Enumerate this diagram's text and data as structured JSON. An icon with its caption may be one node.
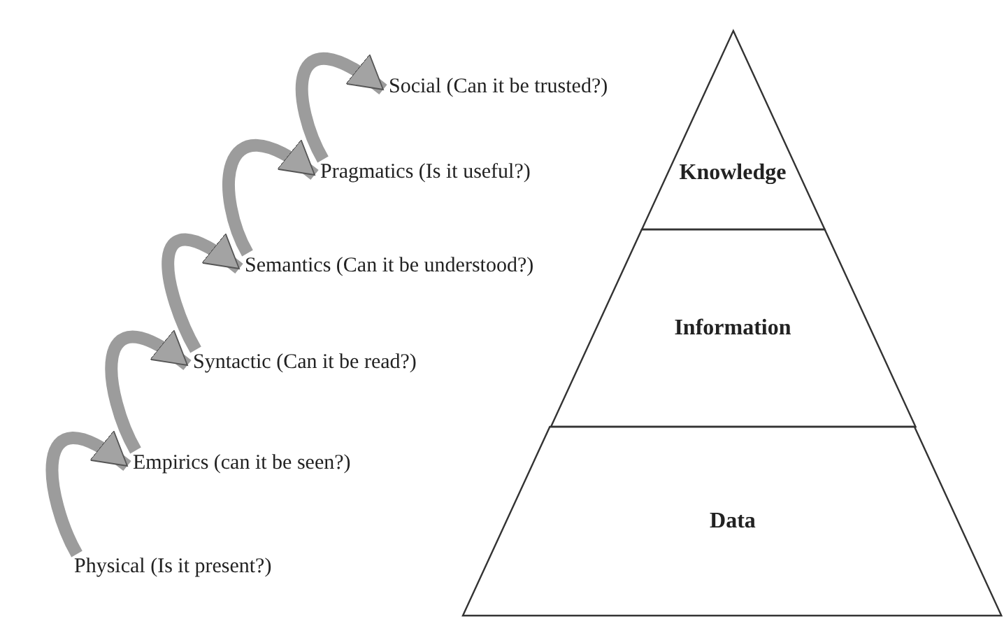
{
  "diagram": {
    "nodes": [
      {
        "text": [
          "Social (Can it be trusted?)"
        ]
      },
      {
        "text": [
          "Pragmatics (Is it useful?)"
        ]
      },
      {
        "text": [
          "Semantics (Can it be understood?)"
        ]
      },
      {
        "text": [
          "Syntactic (Can it be read?)"
        ]
      },
      {
        "text": [
          "Empirics (can it be seen?)"
        ]
      },
      {
        "text": [
          "Physical (Is it present?)"
        ]
      },
      {
        "text": [
          "Knowledge"
        ]
      },
      {
        "text": [
          "Information"
        ]
      },
      {
        "text": [
          "Data"
        ]
      }
    ],
    "edges": [
      {
        "from": 5,
        "to": 4,
        "arrow": "to"
      },
      {
        "from": 4,
        "to": 3,
        "arrow": "to"
      },
      {
        "from": 3,
        "to": 2,
        "arrow": "to"
      },
      {
        "from": 2,
        "to": 1,
        "arrow": "to"
      },
      {
        "from": 1,
        "to": 0,
        "arrow": "to"
      }
    ]
  }
}
